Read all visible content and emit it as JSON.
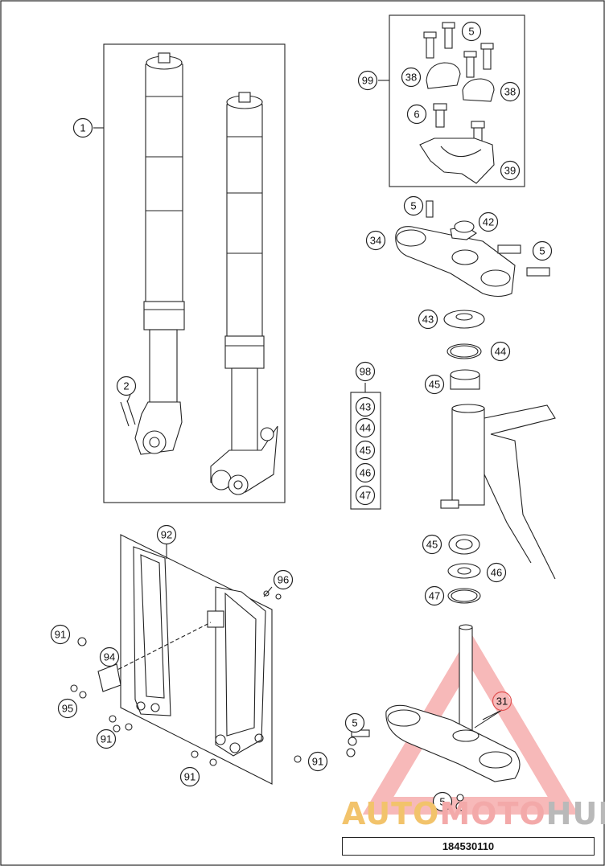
{
  "callouts": [
    {
      "id": "c1",
      "label": "1"
    },
    {
      "id": "c2",
      "label": "2"
    },
    {
      "id": "c5a",
      "label": "5"
    },
    {
      "id": "c99",
      "label": "99"
    },
    {
      "id": "c38a",
      "label": "38"
    },
    {
      "id": "c38b",
      "label": "38"
    },
    {
      "id": "c6",
      "label": "6"
    },
    {
      "id": "c39",
      "label": "39"
    },
    {
      "id": "c5b",
      "label": "5"
    },
    {
      "id": "c42",
      "label": "42"
    },
    {
      "id": "c34",
      "label": "34"
    },
    {
      "id": "c5c",
      "label": "5"
    },
    {
      "id": "c43",
      "label": "43"
    },
    {
      "id": "c44",
      "label": "44"
    },
    {
      "id": "c98",
      "label": "98"
    },
    {
      "id": "c45a",
      "label": "45"
    },
    {
      "id": "k43",
      "label": "43"
    },
    {
      "id": "k44",
      "label": "44"
    },
    {
      "id": "k45",
      "label": "45"
    },
    {
      "id": "k46",
      "label": "46"
    },
    {
      "id": "k47",
      "label": "47"
    },
    {
      "id": "c92",
      "label": "92"
    },
    {
      "id": "c96",
      "label": "96"
    },
    {
      "id": "c45b",
      "label": "45"
    },
    {
      "id": "c46",
      "label": "46"
    },
    {
      "id": "c47",
      "label": "47"
    },
    {
      "id": "c91a",
      "label": "91"
    },
    {
      "id": "c94",
      "label": "94"
    },
    {
      "id": "c95",
      "label": "95"
    },
    {
      "id": "c91b",
      "label": "91"
    },
    {
      "id": "c91c",
      "label": "91"
    },
    {
      "id": "c91d",
      "label": "91"
    },
    {
      "id": "c5d",
      "label": "5"
    },
    {
      "id": "c31",
      "label": "31"
    },
    {
      "id": "c5e",
      "label": "5"
    }
  ],
  "watermark": {
    "part1": "AUTO",
    "part2": "MOTO",
    "part3": "HUB"
  },
  "drawing_number": "184530110",
  "colors": {
    "line": "#222222",
    "watermark_red": "#f08080",
    "watermark_orange": "#f2c36b",
    "callout_31": "#e05050"
  }
}
